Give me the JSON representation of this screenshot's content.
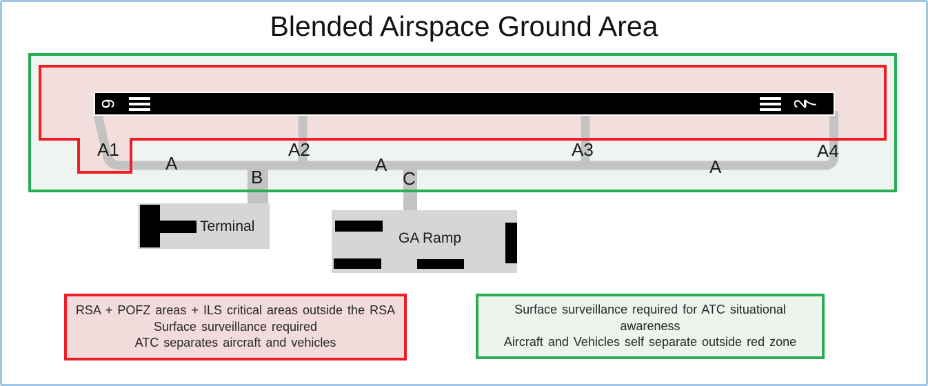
{
  "title": "Blended Airspace Ground Area",
  "colors": {
    "frame_border": "#9fc5e8",
    "red_zone_border": "#ee1c25",
    "red_zone_fill": "#f2dedd",
    "green_zone_border": "#27ae53",
    "green_zone_fill": "#eef5f0",
    "taxiway_gray": "#c3c3c3",
    "apron_gray": "#d6d6d6",
    "runway_black": "#000000"
  },
  "runway": {
    "left_number": "9",
    "right_digit_1": "2",
    "right_digit_2": "7"
  },
  "map_labels": {
    "a1": "A1",
    "a2": "A2",
    "a3": "A3",
    "a4": "A4",
    "a_west": "A",
    "a_center": "A",
    "a_east": "A",
    "b": "B",
    "c": "C"
  },
  "buildings": {
    "terminal_label": "Terminal",
    "ga_ramp_label": "GA Ramp"
  },
  "legend": {
    "red_box": {
      "line1": "RSA + POFZ areas + ILS critical areas outside the RSA",
      "line2": "Surface surveillance required",
      "line3": "ATC separates aircraft and vehicles"
    },
    "green_box": {
      "line1": "Surface surveillance required for ATC situational",
      "line2": "awareness",
      "line3": "Aircraft and Vehicles self separate outside red zone"
    }
  }
}
